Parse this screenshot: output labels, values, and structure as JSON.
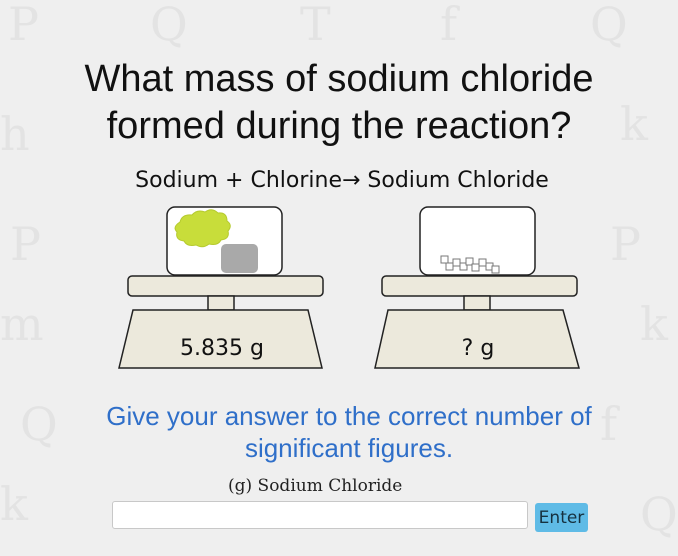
{
  "question": {
    "line1": "What mass of sodium chloride",
    "line2": "formed during the reaction?"
  },
  "equation": {
    "reactants": "Sodium + Chlorine",
    "arrow": "→",
    "product": "Sodium Chloride"
  },
  "scales": {
    "left_reading": "5.835 g",
    "right_reading": "? g"
  },
  "instruction": {
    "line1": "Give your answer to the correct number of",
    "line2": "significant figures."
  },
  "answer": {
    "label": "(g) Sodium Chloride",
    "value": "",
    "placeholder": ""
  },
  "enter_button": {
    "label": "Enter"
  },
  "colors": {
    "chlorine_cloud": "#c8dd3a",
    "sodium_block": "#a9a9a9",
    "instruction_text": "#2f6fc9",
    "button_bg": "#5fbbe6",
    "scale_fill": "#ece9dc"
  },
  "icons": {
    "left_container": "chlorine-gas-cloud-icon",
    "left_solid": "sodium-block-icon",
    "right_container": "salt-crystals-icon"
  }
}
